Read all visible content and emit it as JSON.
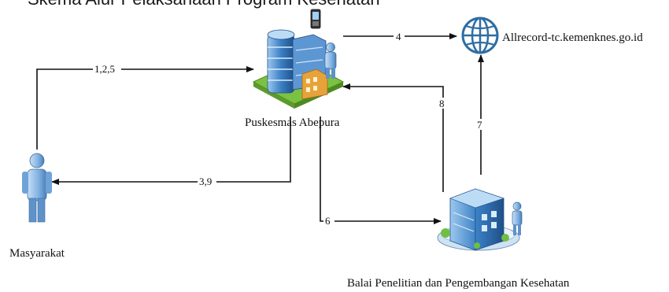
{
  "diagram": {
    "top_partial_text": "Skema Alur Pelaksanaan Program Kesehatan",
    "nodes": {
      "puskesmas": {
        "label": "Puskesmas Abepura",
        "icon": "hospital-building-icon"
      },
      "website": {
        "label": "Allrecord-tc.kemenknes.go.id",
        "icon": "globe-icon"
      },
      "masyarakat": {
        "label": "Masyarakat",
        "icon": "person-icon"
      },
      "balai": {
        "label": "Balai Penelitian dan Pengembangan Kesehatan",
        "icon": "office-building-icon"
      }
    },
    "edges": [
      {
        "id": "e4",
        "label": "4",
        "from": "puskesmas",
        "to": "website"
      },
      {
        "id": "e125",
        "label": "1,2,5",
        "from": "masyarakat",
        "to": "puskesmas"
      },
      {
        "id": "e8",
        "label": "8",
        "from": "balai",
        "to": "puskesmas"
      },
      {
        "id": "e7",
        "label": "7",
        "from": "balai",
        "to": "website"
      },
      {
        "id": "e39",
        "label": "3,9",
        "from": "puskesmas",
        "to": "masyarakat"
      },
      {
        "id": "e6",
        "label": "6",
        "from": "puskesmas",
        "to": "balai"
      }
    ],
    "colors": {
      "line": "#111111",
      "globe": "#2e6da4",
      "building_blue": "#3b7fc4",
      "grass": "#7cc242",
      "person": "#7fb0e0"
    }
  }
}
